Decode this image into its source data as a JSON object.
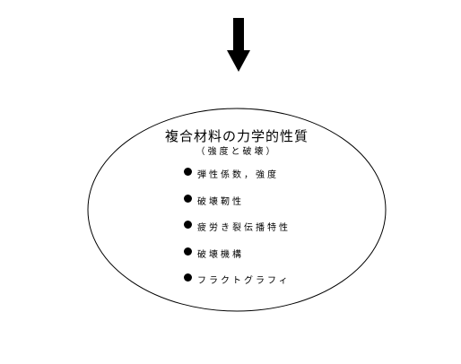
{
  "diagram": {
    "icons": {
      "arrow": "arrow-down-icon",
      "bullet": "bullet-icon"
    },
    "colors": {
      "stroke": "#000000",
      "background": "#ffffff"
    },
    "title": "複合材料の力学的性質",
    "subtitle": "（強度と破壊）",
    "items": [
      {
        "label": "弾性係数，強度"
      },
      {
        "label": "破壊靭性"
      },
      {
        "label": "疲労き裂伝播特性"
      },
      {
        "label": "破壊機構"
      },
      {
        "label": "フラクトグラフィ"
      }
    ]
  }
}
